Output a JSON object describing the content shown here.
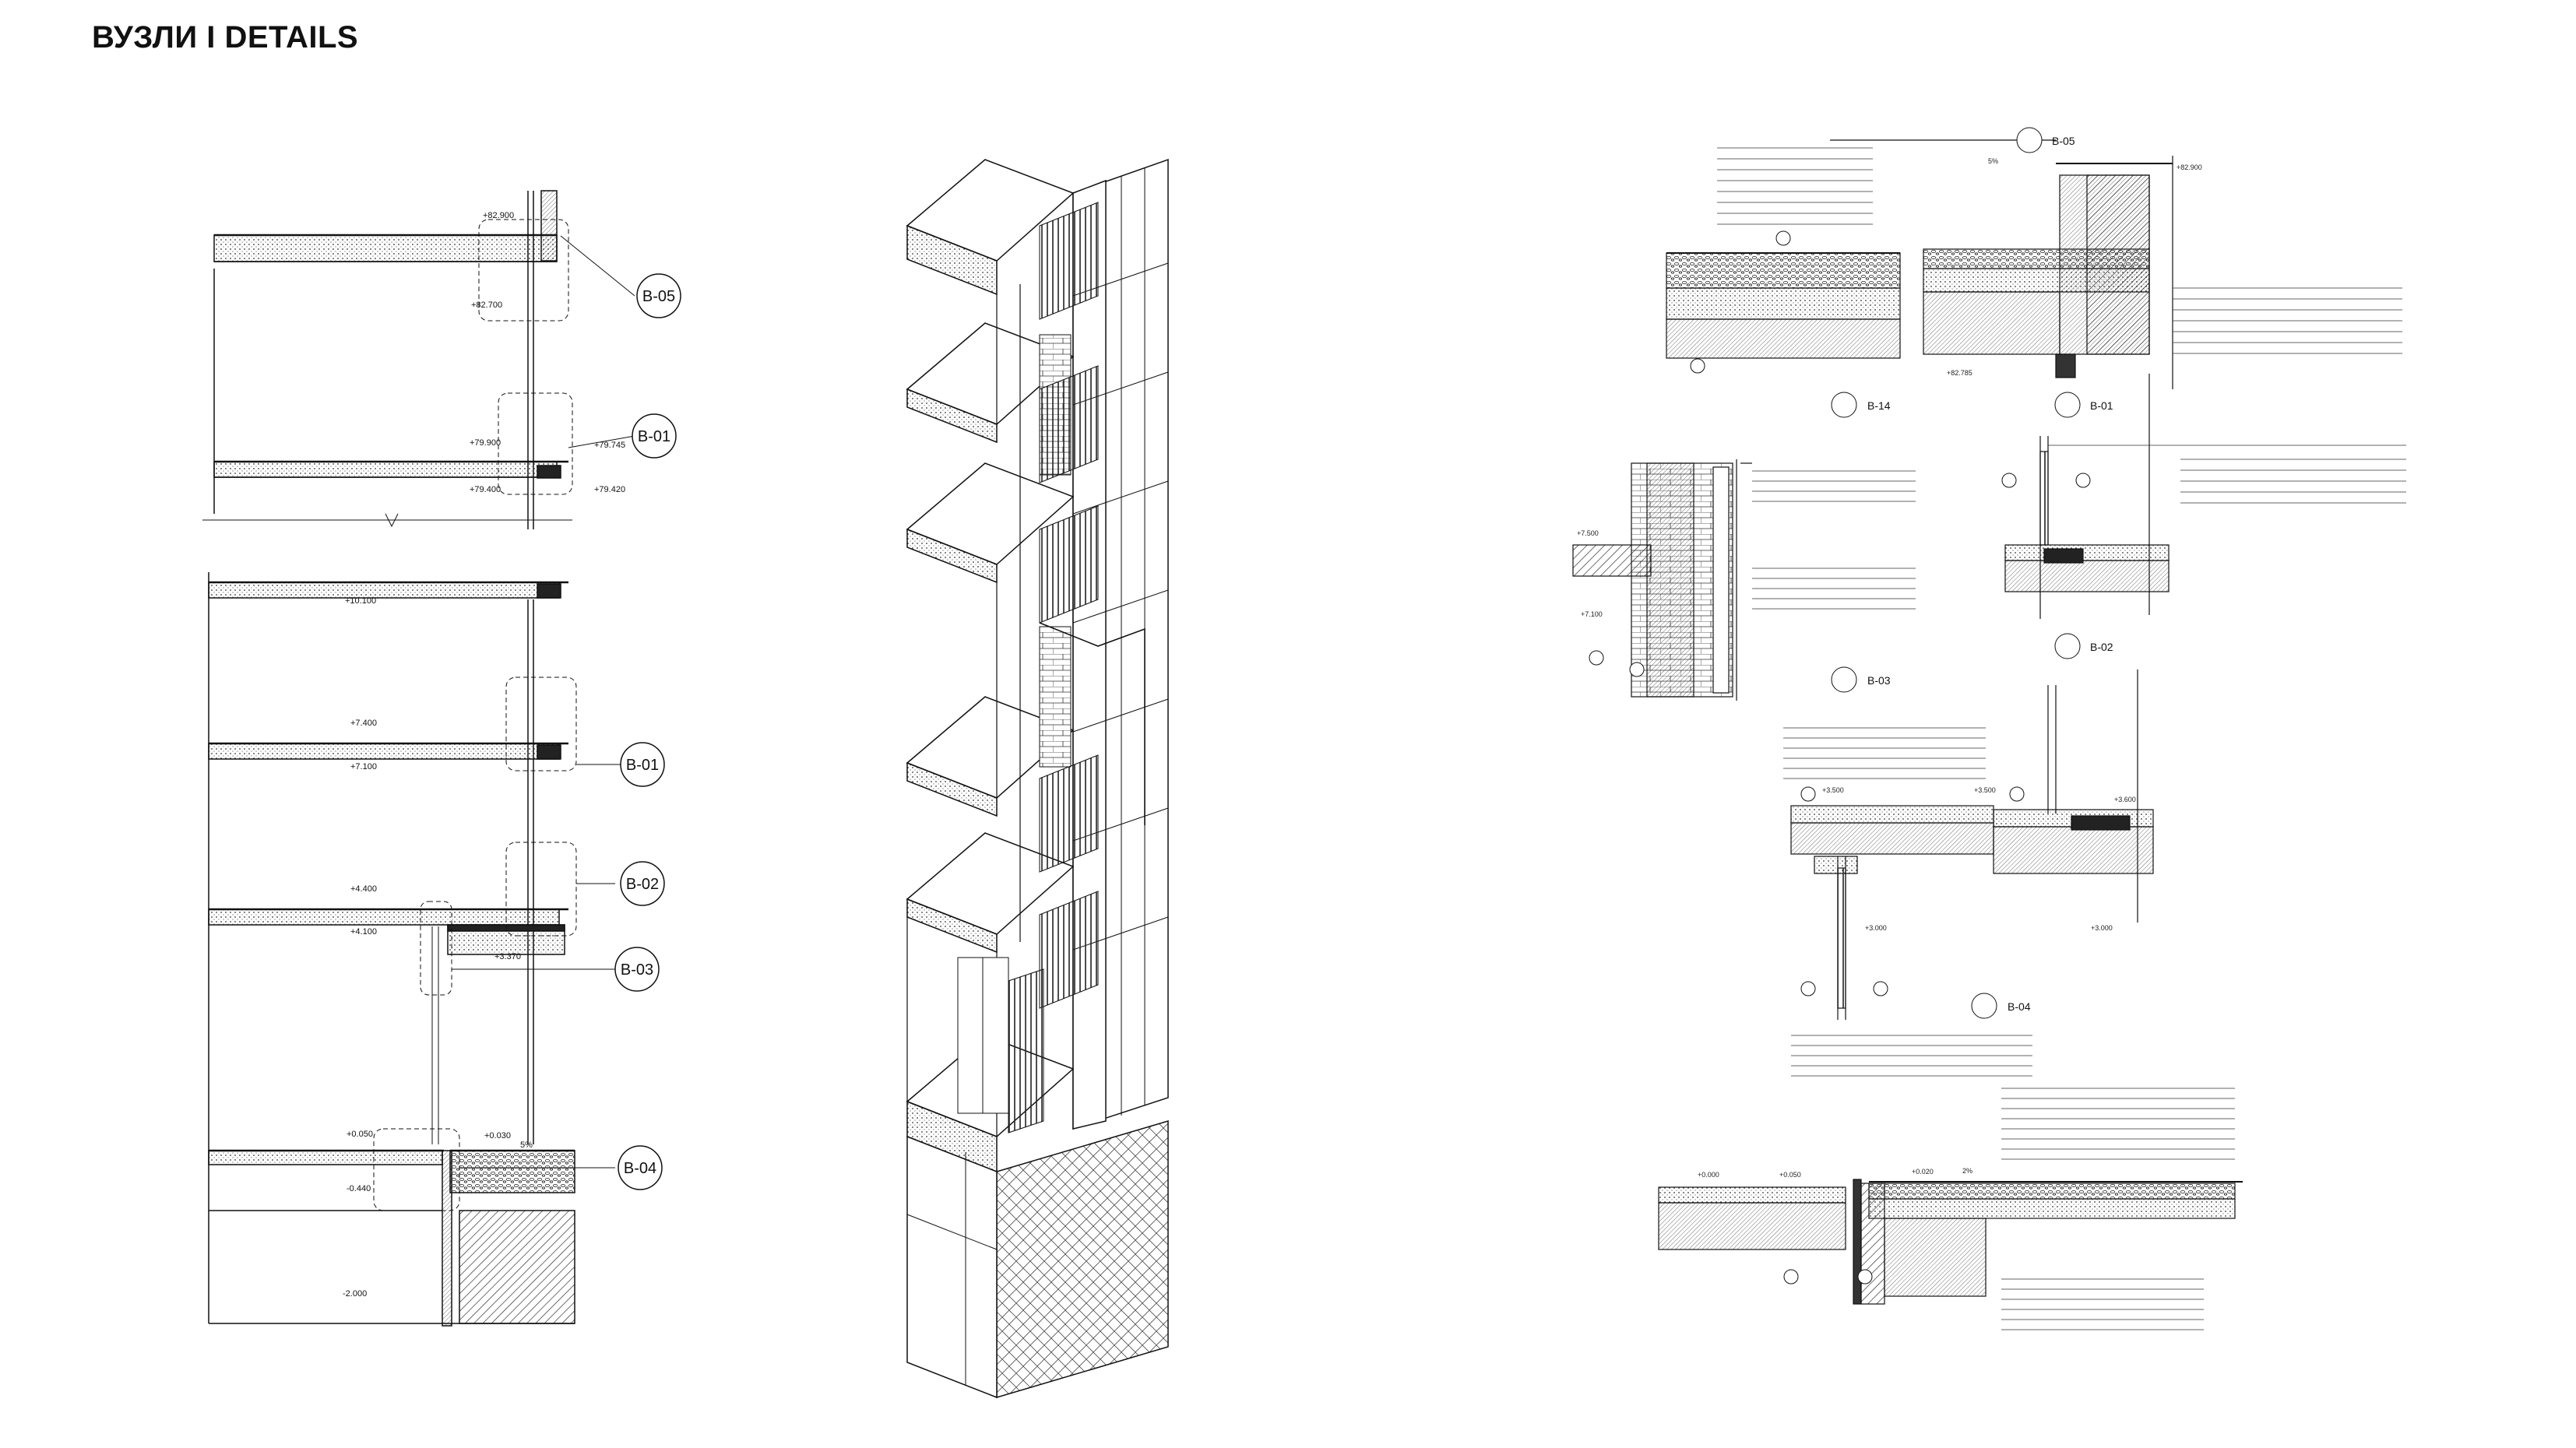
{
  "title": "ВУЗЛИ I DETAILS",
  "section": {
    "upper_levels": [
      "+82.900",
      "+82.700",
      "+79.900",
      "+79.400",
      "+79.745",
      "+79.420"
    ],
    "lower_levels": [
      "+10.100",
      "+7.400",
      "+7.100",
      "+4.400",
      "+4.100",
      "+3.370",
      "+0.050",
      "+0.030",
      "-0.440",
      "-2.000"
    ],
    "slope": "5%",
    "bubbles": [
      "В-05",
      "В-01",
      "В-01",
      "В-02",
      "В-03",
      "В-04"
    ]
  },
  "details": {
    "titles": [
      "В-05",
      "В-14",
      "В-01",
      "В-03",
      "В-02",
      "В-04"
    ],
    "levels": [
      "+82.900",
      "+82.785",
      "+7.500",
      "+7.100",
      "+3.500",
      "+3.500",
      "+3.600",
      "+3.000",
      "+3.000",
      "+0.050",
      "+0.020",
      "+0.000"
    ],
    "slopes": [
      "5%",
      "2%"
    ]
  }
}
